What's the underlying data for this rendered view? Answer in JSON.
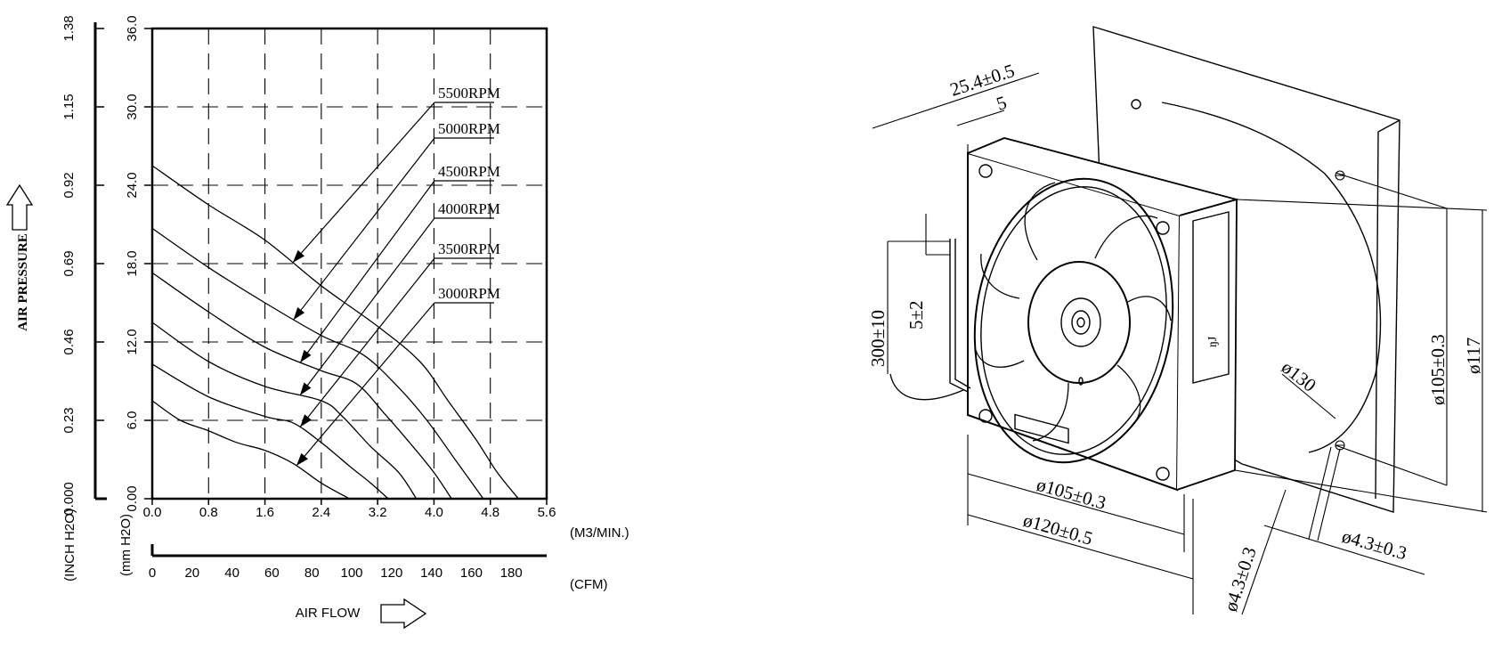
{
  "chart_data": {
    "type": "line",
    "x": {
      "label": "(M3/MIN.)",
      "ticks": [
        0.0,
        0.8,
        1.6,
        2.4,
        3.2,
        4.0,
        4.8,
        5.6
      ],
      "range": [
        0.0,
        5.6
      ]
    },
    "x2": {
      "label": "(CFM)",
      "ticks": [
        0,
        20,
        40,
        60,
        80,
        100,
        120,
        140,
        160,
        180
      ]
    },
    "y": {
      "unit": "(mm H2O)",
      "ticks": [
        0.0,
        6.0,
        12.0,
        18.0,
        24.0,
        30.0,
        36.0
      ],
      "range": [
        0,
        36
      ]
    },
    "y2": {
      "unit": "(INCH H2O)",
      "ticks": [
        "0.000",
        "0.23",
        "0.46",
        "0.69",
        "0.92",
        "1.15",
        "1.38"
      ]
    },
    "ylabel": "AIR PRESSURE",
    "xlabel": "AIR FLOW",
    "grid": true,
    "series": [
      {
        "name": "5500RPM",
        "x": [
          0.0,
          0.8,
          1.6,
          2.4,
          3.2,
          3.8,
          4.2,
          4.6,
          4.9,
          5.2
        ],
        "y": [
          25.5,
          22.5,
          19.8,
          16.3,
          13.2,
          10.5,
          7.5,
          4.5,
          2.0,
          0.0
        ]
      },
      {
        "name": "5000RPM",
        "x": [
          0.0,
          0.8,
          1.6,
          2.4,
          3.0,
          3.5,
          3.9,
          4.3,
          4.7
        ],
        "y": [
          20.7,
          17.7,
          15.0,
          12.5,
          11.0,
          8.5,
          6.0,
          3.0,
          0.0
        ]
      },
      {
        "name": "4500RPM",
        "x": [
          0.0,
          0.8,
          1.6,
          2.4,
          2.9,
          3.3,
          3.7,
          4.0,
          4.25
        ],
        "y": [
          17.3,
          14.3,
          11.6,
          9.8,
          8.8,
          6.5,
          4.0,
          2.0,
          0.0
        ]
      },
      {
        "name": "4000RPM",
        "x": [
          0.0,
          0.8,
          1.6,
          2.4,
          2.7,
          3.1,
          3.5,
          3.75
        ],
        "y": [
          13.5,
          10.5,
          8.6,
          7.5,
          6.3,
          4.0,
          2.0,
          0.0
        ]
      },
      {
        "name": "3500RPM",
        "x": [
          0.0,
          0.8,
          1.6,
          2.0,
          2.4,
          2.8,
          3.1,
          3.35
        ],
        "y": [
          10.3,
          7.8,
          6.3,
          5.8,
          4.3,
          2.5,
          1.2,
          0.0
        ]
      },
      {
        "name": "3000RPM",
        "x": [
          0.0,
          0.4,
          0.8,
          1.2,
          1.6,
          2.0,
          2.4,
          2.8
        ],
        "y": [
          7.5,
          6.0,
          5.2,
          4.3,
          3.7,
          2.7,
          1.2,
          0.0
        ]
      }
    ]
  },
  "drawing": {
    "dims": [
      "25.4±0.5",
      "5",
      "300±10",
      "5±2",
      "ø105±0.3",
      "ø120±0.5",
      "ø105±0.3",
      "ø117",
      "ø130",
      "ø4.3±0.3",
      "ø4.3±0.3"
    ]
  }
}
